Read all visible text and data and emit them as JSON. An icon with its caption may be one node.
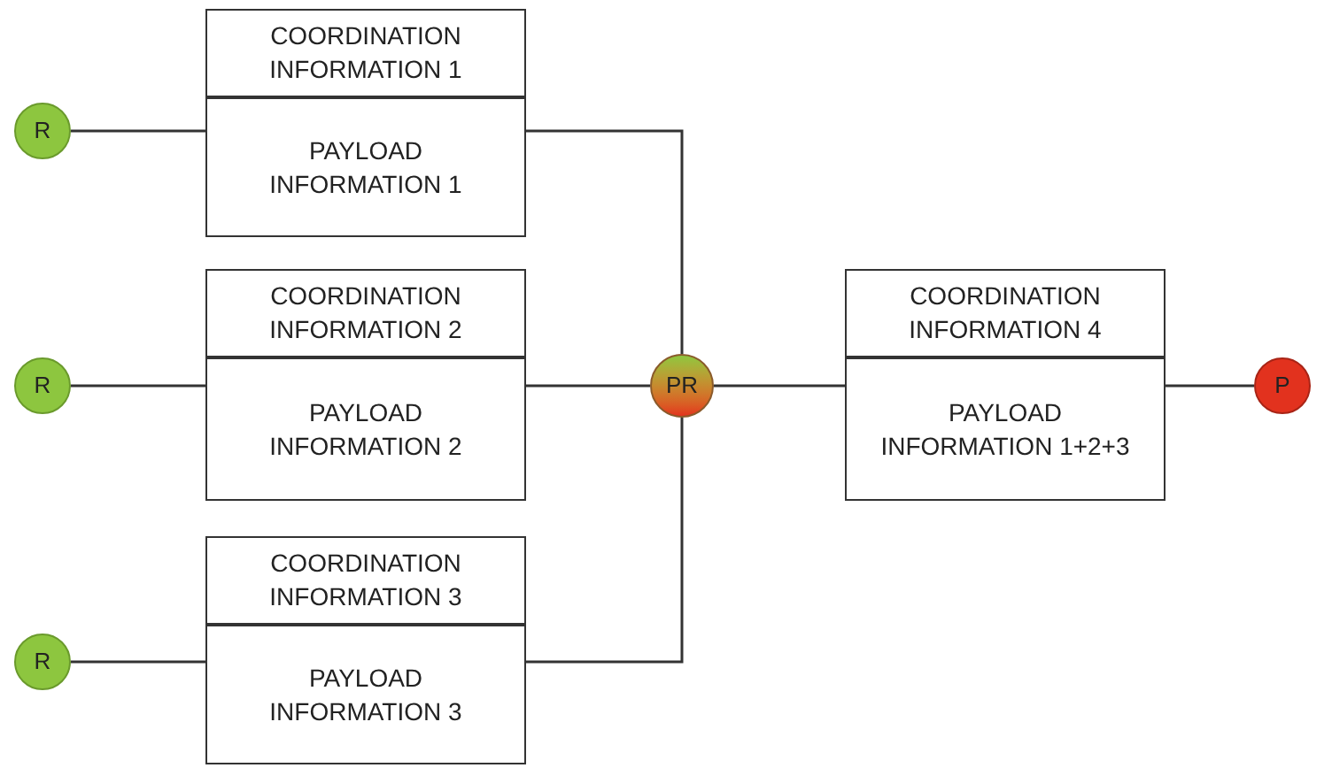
{
  "diagram": {
    "nodes": [
      {
        "text": [
          "R"
        ]
      },
      {
        "text": [
          "COORDINATION INFORMATION 1"
        ]
      },
      {
        "text": [
          "PAYLOAD INFORMATION 1"
        ]
      },
      {
        "text": [
          "R"
        ]
      },
      {
        "text": [
          "COORDINATION INFORMATION 2"
        ]
      },
      {
        "text": [
          "PAYLOAD INFORMATION 2"
        ]
      },
      {
        "text": [
          "R"
        ]
      },
      {
        "text": [
          "COORDINATION INFORMATION 3"
        ]
      },
      {
        "text": [
          "PAYLOAD INFORMATION 3"
        ]
      },
      {
        "text": [
          "PR"
        ]
      },
      {
        "text": [
          "COORDINATION INFORMATION 4"
        ]
      },
      {
        "text": [
          "PAYLOAD INFORMATION 1+2+3"
        ]
      },
      {
        "text": [
          "P"
        ]
      }
    ],
    "edges": [
      {
        "from": 0,
        "to": 2,
        "arrow": "none"
      },
      {
        "from": 2,
        "to": 9,
        "arrow": "none"
      },
      {
        "from": 3,
        "to": 5,
        "arrow": "none"
      },
      {
        "from": 5,
        "to": 9,
        "arrow": "none"
      },
      {
        "from": 6,
        "to": 8,
        "arrow": "none"
      },
      {
        "from": 8,
        "to": 9,
        "arrow": "none"
      },
      {
        "from": 9,
        "to": 11,
        "arrow": "none"
      },
      {
        "from": 11,
        "to": 12,
        "arrow": "none"
      }
    ]
  }
}
